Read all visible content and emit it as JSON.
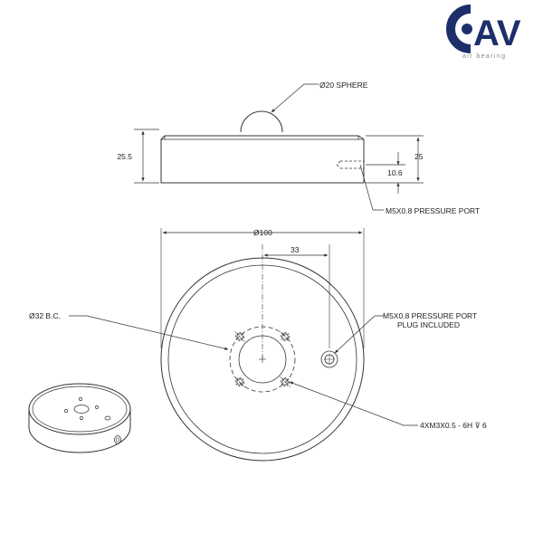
{
  "logo": {
    "brand": "AV",
    "tagline": "air bearing",
    "brand_color": "#1d2f6b",
    "mark": "o-ring-mark-icon"
  },
  "drawing": {
    "line_color": "#333333",
    "side_view": {
      "sphere_label": "Ø20 SPHERE",
      "height_total": "25.5",
      "height_body": "25",
      "port_height": "10.6",
      "port_label": "M5X0.8 PRESSURE PORT"
    },
    "top_view": {
      "diameter": "Ø100",
      "offset": "33",
      "bolt_circle": "Ø32 B.C.",
      "port_label_line1": "M5X0.8 PRESSURE PORT",
      "port_label_line2": "PLUG INCLUDED",
      "thread_callout": "4XM3X0.5 - 6H ⊽ 6"
    }
  }
}
